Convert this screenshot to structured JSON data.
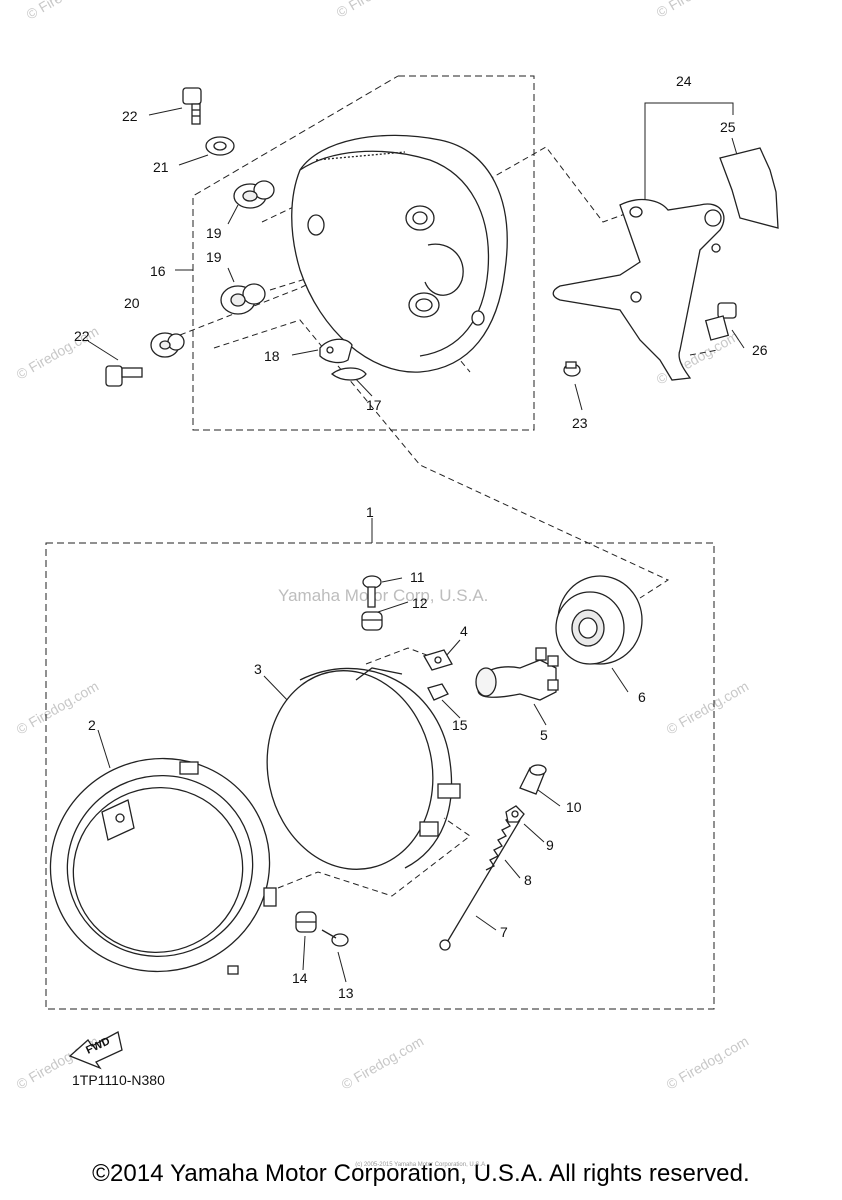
{
  "diagram": {
    "callouts": {
      "c1": "1",
      "c2": "2",
      "c3": "3",
      "c4": "4",
      "c5": "5",
      "c6": "6",
      "c7": "7",
      "c8": "8",
      "c9": "9",
      "c10": "10",
      "c11": "11",
      "c12": "12",
      "c13": "13",
      "c14": "14",
      "c15": "15",
      "c16": "16",
      "c17": "17",
      "c18": "18",
      "c19a": "19",
      "c19b": "19",
      "c20": "20",
      "c21": "21",
      "c22a": "22",
      "c22b": "22",
      "c23": "23",
      "c24": "24",
      "c25": "25",
      "c26": "26"
    },
    "fwd_label": "FWD",
    "part_code": "1TP1110-N380",
    "center_watermark": "Yamaha Motor Corp, U.S.A.",
    "site_watermark": "© Firedog.com",
    "site_watermark_short": "© Firedo",
    "footer_copyright": "©2014 Yamaha Motor Corporation, U.S.A. All rights reserved.",
    "footer_small": "(c) 2005-2015 Yamaha Motor Corporation, U.S.A."
  }
}
